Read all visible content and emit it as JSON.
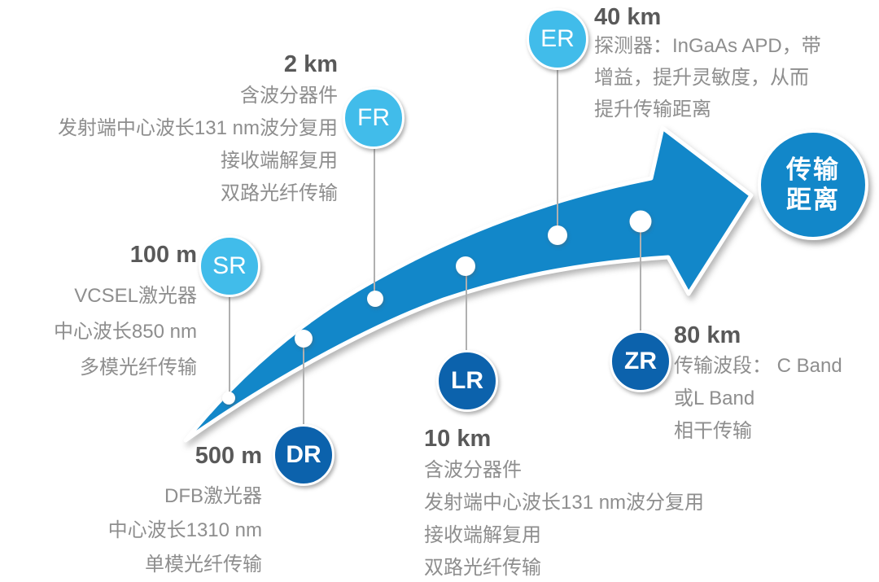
{
  "diagram_title": "传输距离",
  "goal_circle": {
    "line1": "传输",
    "line2": "距离"
  },
  "nodes": [
    {
      "label": "SR",
      "variant": "light",
      "heading": "100 m",
      "lines": [
        "VCSEL激光器",
        "中心波长850 nm",
        "多模光纤传输"
      ]
    },
    {
      "label": "DR",
      "variant": "dark",
      "heading": "500 m",
      "lines": [
        "DFB激光器",
        "中心波长1310 nm",
        "单模光纤传输"
      ]
    },
    {
      "label": "FR",
      "variant": "light",
      "heading": "2 km",
      "lines": [
        "含波分器件",
        "发射端中心波长131 nm波分复用",
        "接收端解复用",
        "双路光纤传输"
      ]
    },
    {
      "label": "LR",
      "variant": "dark",
      "heading": "10 km",
      "lines": [
        "含波分器件",
        "发射端中心波长131 nm波分复用",
        "接收端解复用",
        "双路光纤传输"
      ]
    },
    {
      "label": "ER",
      "variant": "light",
      "heading": "40 km",
      "lines": [
        "探测器：InGaAs APD，带",
        "增益，提升灵敏度，从而",
        "提升传输距离"
      ]
    },
    {
      "label": "ZR",
      "variant": "dark",
      "heading": "80 km",
      "lines": [
        "传输波段： C Band",
        "或L Band",
        "相干传输"
      ]
    }
  ],
  "colors": {
    "arrow_blue": "#1287C9",
    "light_node_blue": "#41BCEA",
    "dark_node_blue": "#0C62AC",
    "heading_text": "#595959",
    "body_text": "#8E8E8E",
    "connector_line": "#B0B0B0",
    "milestone_dot": "#FFFFFF"
  }
}
